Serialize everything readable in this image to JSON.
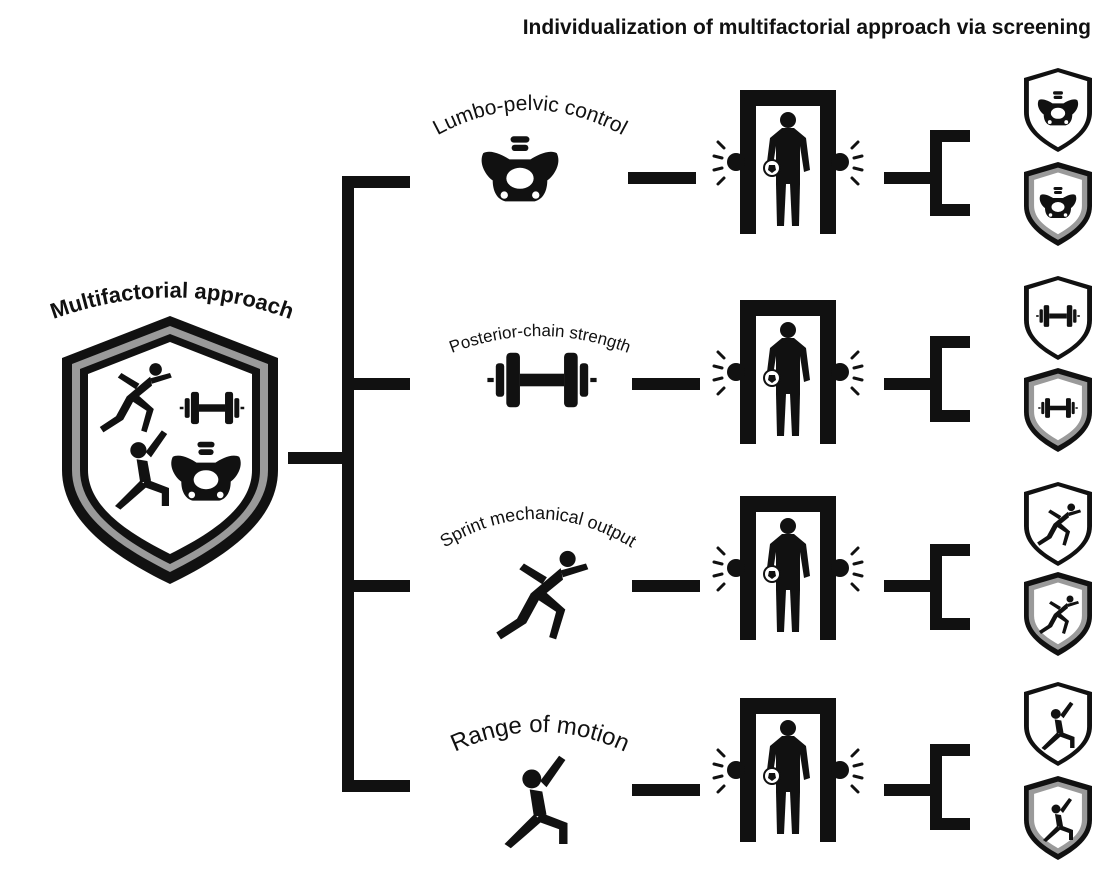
{
  "title": "Individualization of multifactorial approach via screening",
  "center": {
    "label": "Multifactorial approach",
    "icons": [
      "runner-icon",
      "dumbbell-icon",
      "pelvis-icon",
      "stretch-icon"
    ]
  },
  "branches": [
    {
      "label": "Lumbo-pelvic control",
      "icon": "pelvis-icon"
    },
    {
      "label": "Posterior-chain strength",
      "icon": "dumbbell-icon"
    },
    {
      "label": "Sprint mechanical output",
      "icon": "runner-icon"
    },
    {
      "label": "Range of motion",
      "icon": "stretch-icon"
    }
  ],
  "screening_icon": "screening-gate-icon",
  "outcome_shields": [
    "white-shield-icon",
    "grey-shield-icon"
  ],
  "colors": {
    "ink": "#111111",
    "shield_grey": "#9a9a9a",
    "background": "#ffffff"
  }
}
